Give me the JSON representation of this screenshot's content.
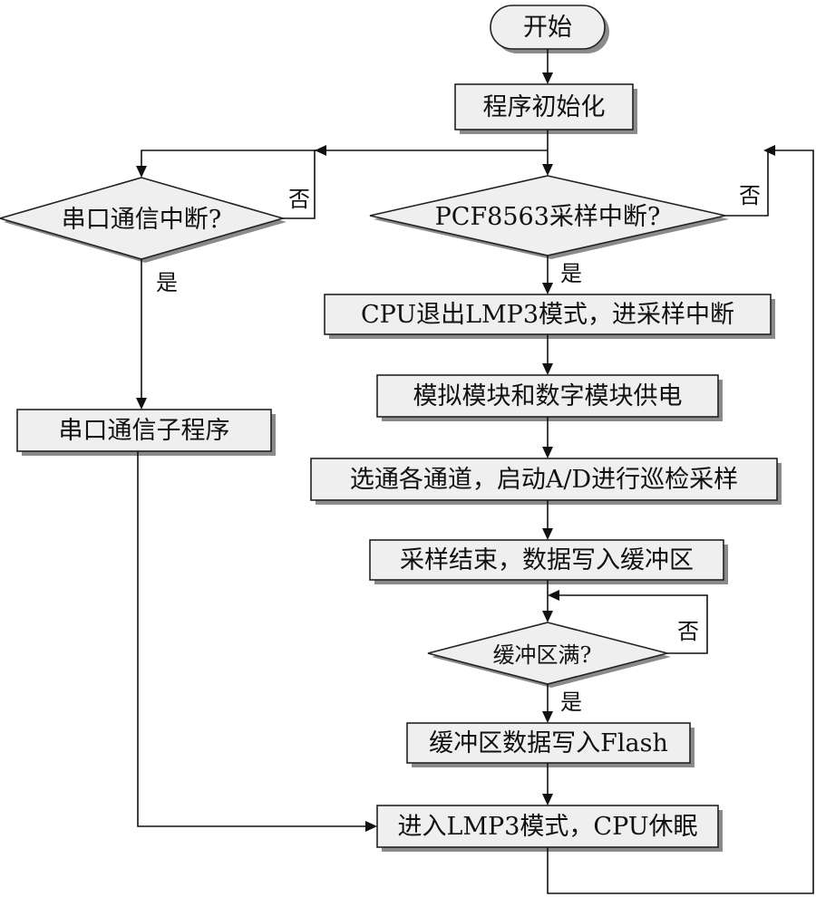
{
  "nodes": {
    "start": "开始",
    "init": "程序初始化",
    "serial_check": "串口通信中断?",
    "pcf_check": "PCF8563采样中断?",
    "cpu_exit": "CPU退出LMP3模式，进采样中断",
    "power": "模拟模块和数字模块供电",
    "select": "选通各通道，启动A/D进行巡检采样",
    "sample_end": "采样结束，数据写入缓冲区",
    "buffer_check": "缓冲区满?",
    "write_flash": "缓冲区数据写入Flash",
    "serial_sub": "串口通信子程序",
    "sleep": "进入LMP3模式，CPU休眠"
  },
  "edge_labels": {
    "serial_no": "否",
    "serial_yes": "是",
    "pcf_no": "否",
    "pcf_yes": "是",
    "buffer_no": "否",
    "buffer_yes": "是"
  }
}
